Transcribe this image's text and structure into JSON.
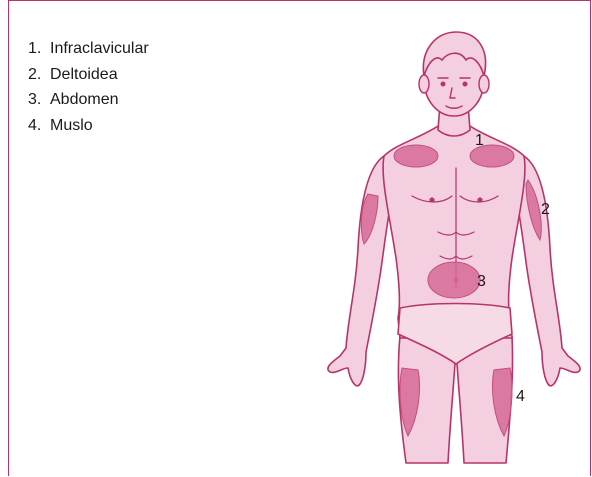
{
  "legend": [
    {
      "number": "1.",
      "label": "Infraclavicular"
    },
    {
      "number": "2.",
      "label": "Deltoidea"
    },
    {
      "number": "3.",
      "label": "Abdomen"
    },
    {
      "number": "4.",
      "label": "Muslo"
    }
  ],
  "figure_labels": {
    "one": "1",
    "two": "2",
    "three": "3",
    "four": "4"
  },
  "colors": {
    "frame": "#b8336a",
    "skin_fill": "#f3cfe0",
    "outline": "#b8336a",
    "injection_site": "#d66a96",
    "text": "#1a1a1a"
  }
}
